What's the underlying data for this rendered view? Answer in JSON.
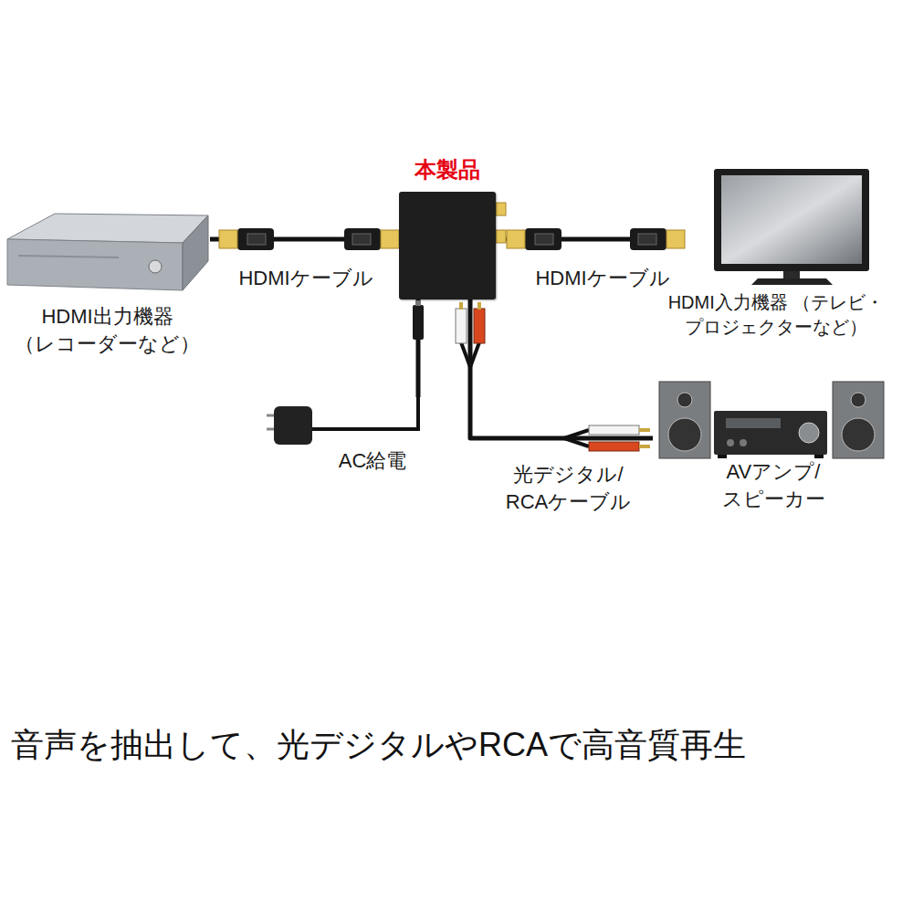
{
  "diagram": {
    "caption": "音声を抽出して、光デジタルやRCAで高音質再生",
    "nodes": [
      {
        "text": [
          "HDMI出力機器 （レコーダーなど）"
        ]
      },
      {
        "text": [
          "本製品"
        ]
      },
      {
        "text": [
          "HDMI入力機器 （テレビ・プロジェクターなど）"
        ]
      },
      {
        "text": [
          "AC給電"
        ]
      },
      {
        "text": [
          "AVアンプ/ スピーカー"
        ]
      }
    ],
    "edges": [
      {
        "from": 0,
        "to": 1,
        "arrow": "none",
        "label": "HDMIケーブル"
      },
      {
        "from": 1,
        "to": 2,
        "arrow": "none",
        "label": "HDMIケーブル"
      },
      {
        "from": 3,
        "to": 1,
        "arrow": "none"
      },
      {
        "from": 1,
        "to": 4,
        "arrow": "none",
        "label": "光デジタル/ RCAケーブル"
      }
    ]
  }
}
